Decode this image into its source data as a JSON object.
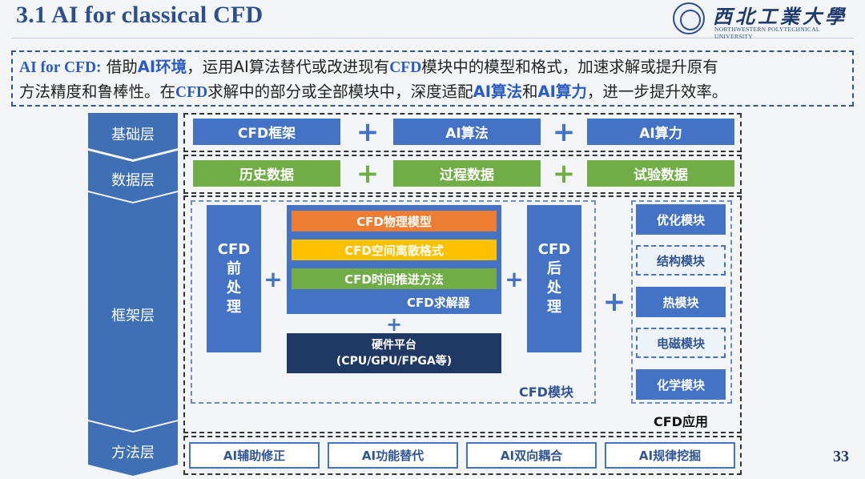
{
  "title": "3.1 AI for classical CFD",
  "logo": {
    "cn": "西北工業大學",
    "en": "NORTHWESTERN POLYTECHNICAL UNIVERSITY"
  },
  "intro": {
    "p1_label": "AI for CFD:",
    "p1_a": " 借助",
    "p1_hl1": "AI环境",
    "p1_b": "，运用AI算法替代或改进现有",
    "p1_hl2": "CFD",
    "p1_c": "模块中的模型和格式，加速求解或提升原有",
    "p2_a": "方法精度和鲁棒性。在",
    "p2_hl1": "CFD",
    "p2_b": "求解中的部分或全部模块中，深度适配",
    "p2_hl2": "AI算法",
    "p2_c": "和",
    "p2_hl3": "AI算力",
    "p2_d": "，进一步提升效率。"
  },
  "layers": {
    "base": "基础层",
    "data": "数据层",
    "framework": "框架层",
    "method": "方法层"
  },
  "base_row": {
    "items": [
      "CFD框架",
      "AI算法",
      "AI算力"
    ]
  },
  "data_row": {
    "items": [
      "历史数据",
      "过程数据",
      "试验数据"
    ]
  },
  "framework": {
    "pre": [
      "CFD",
      "前",
      "处",
      "理"
    ],
    "post": [
      "CFD",
      "后",
      "处",
      "理"
    ],
    "solver_bars": [
      "CFD物理模型",
      "CFD空间离散格式",
      "CFD时间推进方法"
    ],
    "solver_label": "CFD求解器",
    "hardware": [
      "硬件平台",
      "(CPU/GPU/FPGA等)"
    ],
    "module_caption": "CFD模块",
    "apps": [
      "优化模块",
      "结构模块",
      "热模块",
      "电磁模块",
      "化学模块"
    ],
    "app_caption": "CFD应用"
  },
  "method_row": {
    "items": [
      "AI辅助修正",
      "AI功能替代",
      "AI双向耦合",
      "AI规律挖掘"
    ]
  },
  "page_number": "33",
  "colors": {
    "blue": "#4472c4",
    "green": "#70ad47",
    "orange": "#ed7d31",
    "yellow": "#ffc000",
    "navy": "#1f3864"
  }
}
